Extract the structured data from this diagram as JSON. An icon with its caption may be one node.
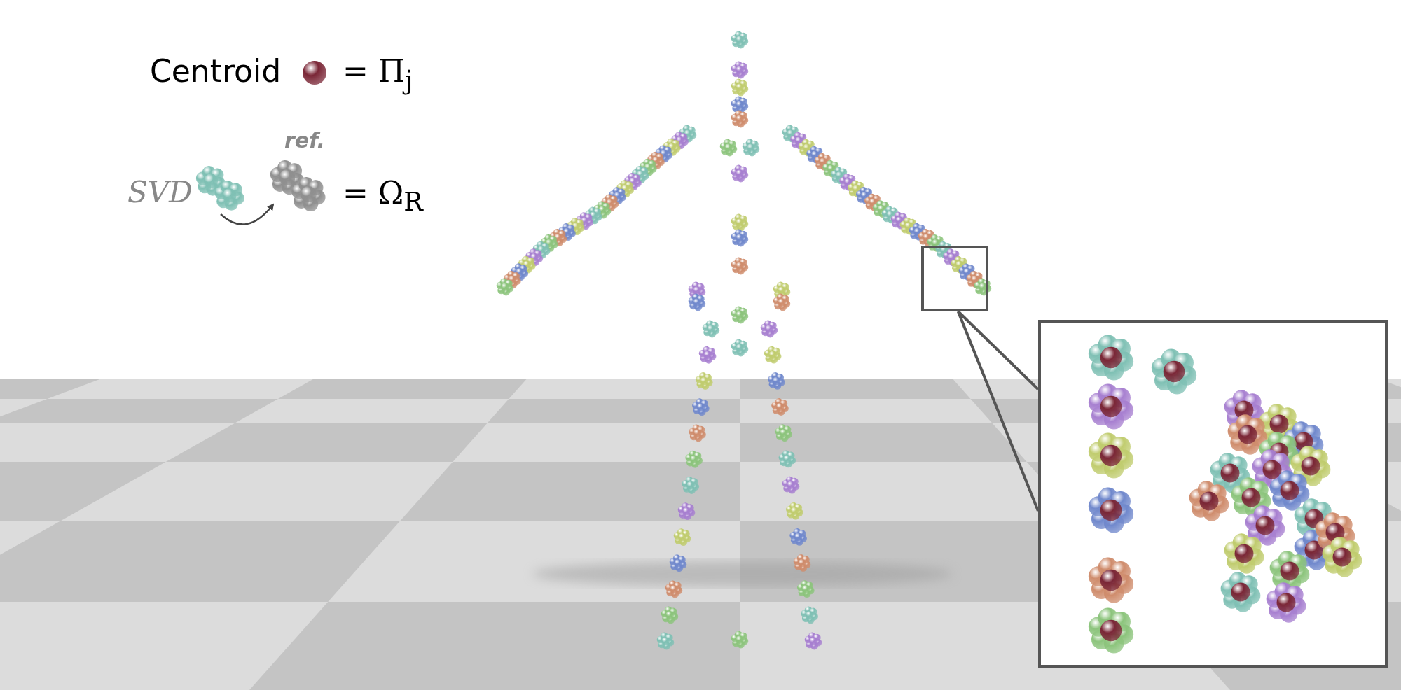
{
  "diagram": {
    "nodes": [
      {
        "text": [],
        "shape": "picture"
      },
      {
        "text": [],
        "shape": "picture",
        "beside": [
          "ref."
        ]
      },
      {
        "text": [],
        "shape": "box"
      },
      {
        "text": [],
        "shape": "box"
      }
    ],
    "edges": [
      {
        "from": 0,
        "to": 1,
        "arrow": "to"
      },
      {
        "from": 2,
        "to": 3,
        "arrow": "none"
      },
      {
        "from": 2,
        "to": 3,
        "arrow": "none"
      }
    ],
    "labels": [
      "Centroid",
      "= Π$_{j}$",
      "SVD",
      "= Ω$_{R}$"
    ]
  }
}
